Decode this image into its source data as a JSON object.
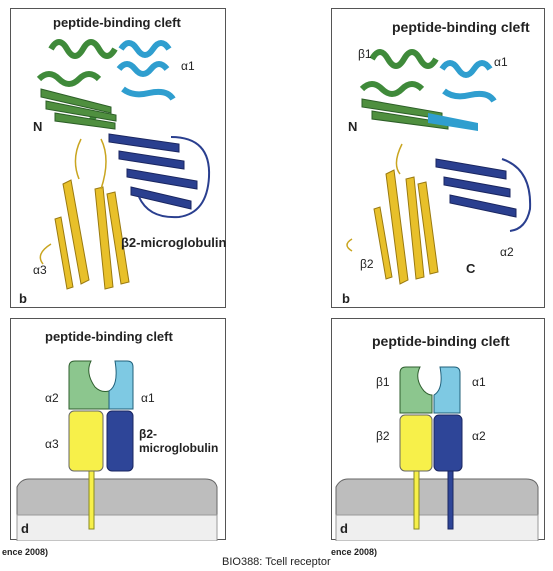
{
  "panels": {
    "top_left": {
      "title": "peptide-binding cleft",
      "alpha1": "α1",
      "n_terminus": "N",
      "b2m": "β2-microglobulin",
      "alpha3": "α3",
      "label": "b"
    },
    "top_right": {
      "title": "peptide-binding cleft",
      "beta1": "β1",
      "alpha1": "α1",
      "n_terminus": "N",
      "beta2": "β2",
      "c_terminus": "C",
      "alpha2": "α2",
      "label": "b"
    },
    "bottom_left": {
      "title": "peptide-binding cleft",
      "alpha2": "α2",
      "alpha1": "α1",
      "alpha3": "α3",
      "b2m": "β2-microglobulin",
      "label": "d"
    },
    "bottom_right": {
      "title": "peptide-binding cleft",
      "beta1": "β1",
      "alpha1": "α1",
      "beta2": "β2",
      "alpha2": "α2",
      "label": "d"
    }
  },
  "footer": {
    "left_ref": "ence 2008)",
    "right_ref": "ence 2008)",
    "caption": "BIO388: Tcell receptor"
  },
  "colors": {
    "green_helix": "#3f8a3a",
    "cyan_helix": "#2f9ecf",
    "blue_b2m": "#2a3f8f",
    "yellow": "#e8c02a",
    "green_block": "#8cc68e",
    "cyan_block": "#7ec9e3",
    "yellow_block": "#f7f04a",
    "blue_block": "#2e4598",
    "membrane": "#bdbdbd"
  }
}
